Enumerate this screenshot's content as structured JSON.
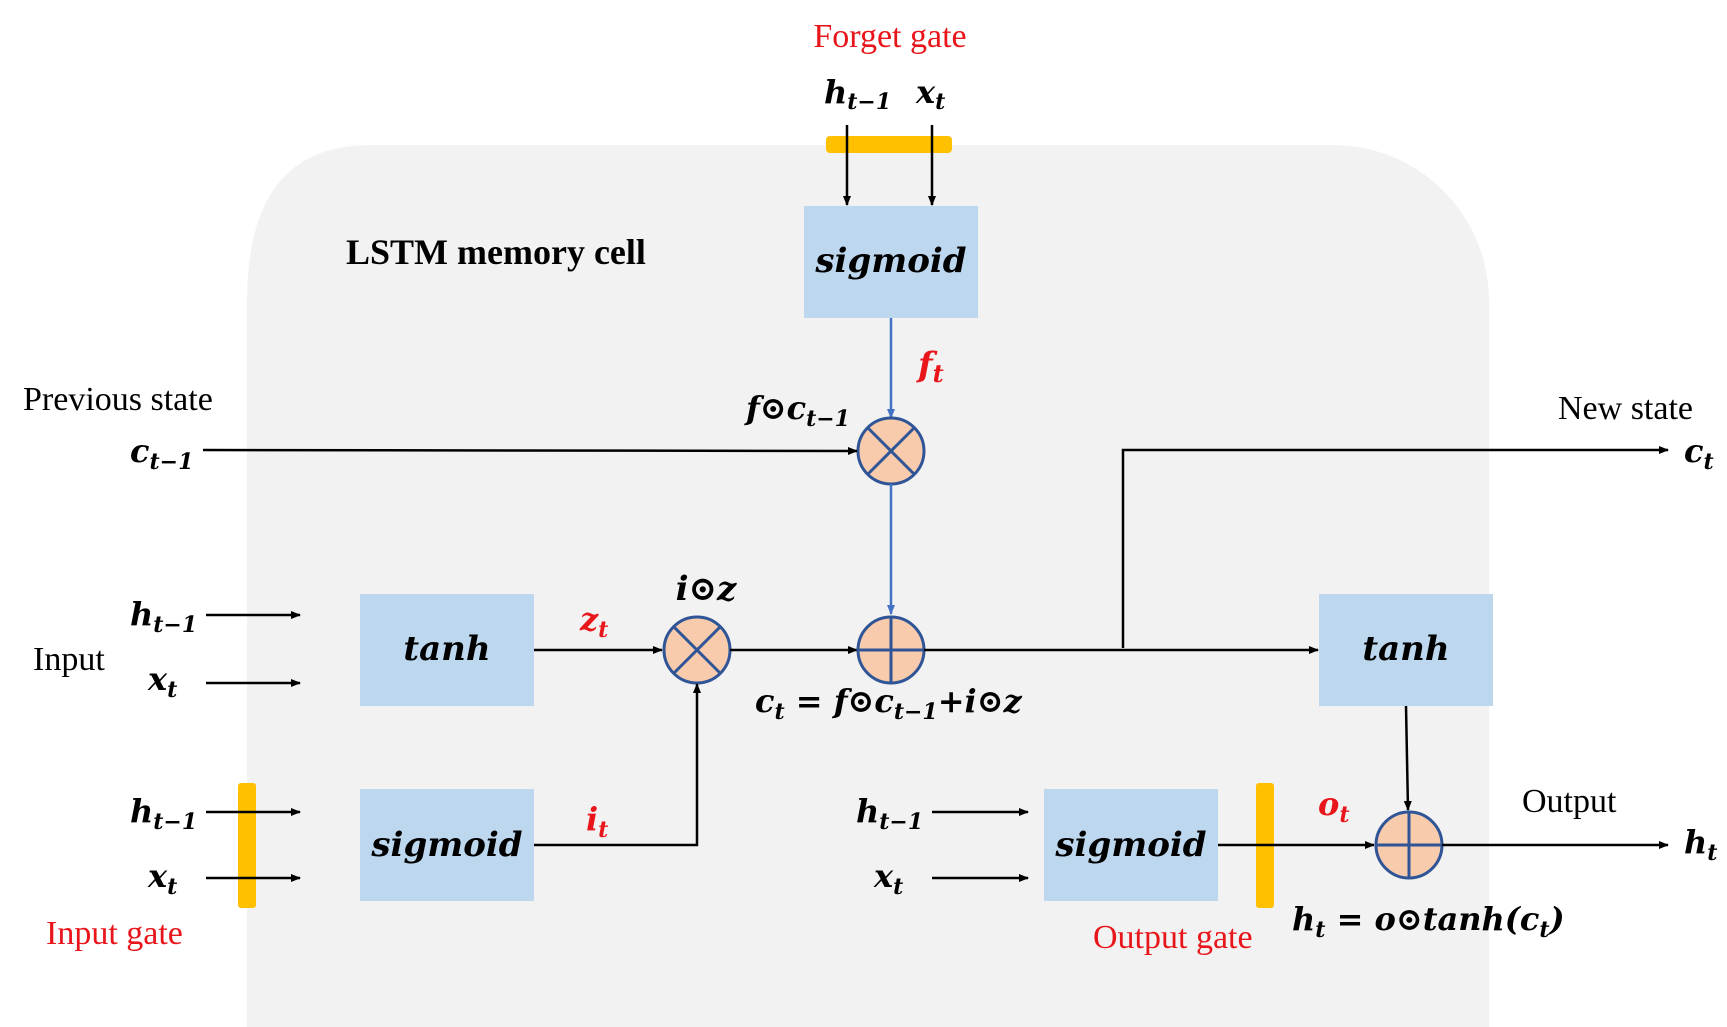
{
  "title": "LSTM memory cell",
  "labels": {
    "forget_gate": "Forget gate",
    "input_gate": "Input gate",
    "output_gate": "Output gate",
    "previous_state": "Previous state",
    "new_state": "New state",
    "input": "Input",
    "output": "Output"
  },
  "blocks": {
    "forget_sigmoid": "sigmoid",
    "input_tanh": "tanh",
    "input_sigmoid": "sigmoid",
    "output_sigmoid": "sigmoid",
    "output_tanh": "tanh"
  },
  "symbols": {
    "h_prev": {
      "base": "h",
      "sub": "t−1"
    },
    "x_t": {
      "base": "x",
      "sub": "t"
    },
    "c_prev": {
      "base": "c",
      "sub": "t−1"
    },
    "c_t": {
      "base": "c",
      "sub": "t"
    },
    "h_t": {
      "base": "h",
      "sub": "t"
    },
    "f_t": {
      "base": "f",
      "sub": "t"
    },
    "z_t": {
      "base": "z",
      "sub": "t"
    },
    "i_t": {
      "base": "i",
      "sub": "t"
    },
    "o_t": {
      "base": "o",
      "sub": "t"
    }
  },
  "equations": {
    "forget_product": {
      "pre": "f⊙c",
      "sub": "t−1"
    },
    "input_product": "i⊙z",
    "cell_update": {
      "lhs_base": "c",
      "lhs_sub": "t",
      "eq": " = f⊙c",
      "mid_sub": "t−1",
      "rest": "+i⊙z"
    },
    "hidden_update": {
      "lhs_base": "h",
      "lhs_sub": "t",
      "eq": " = o⊙tanh(c",
      "in_sub": "t",
      "close": ")"
    }
  },
  "colors": {
    "cell_background": "#f2f2f2",
    "block_fill": "#bdd7ee",
    "gate_bar": "#ffc000",
    "operator_fill": "#f8cbad",
    "operator_stroke": "#2f5597",
    "forget_arrow": "#4472c4",
    "gate_label": "#e8161b"
  }
}
